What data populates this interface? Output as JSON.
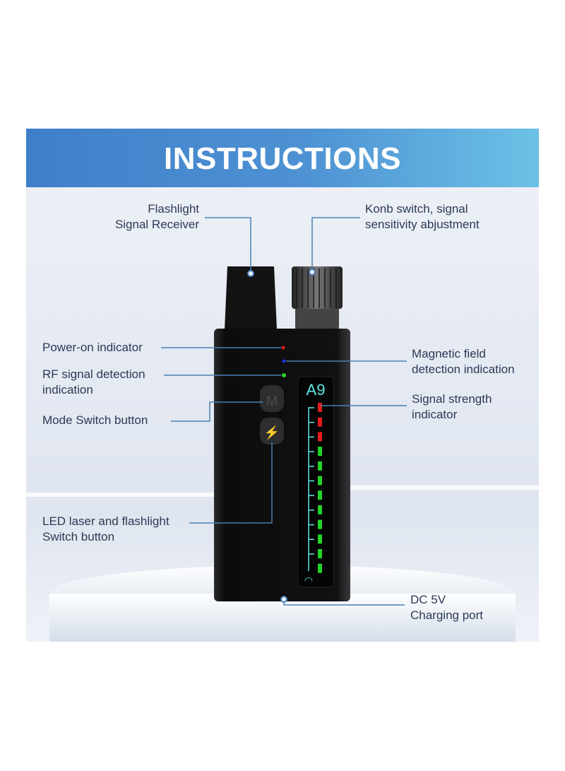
{
  "title": "INSTRUCTIONS",
  "device": {
    "model": "A9",
    "signal_bars": {
      "red": 3,
      "green": 9
    }
  },
  "labels": {
    "flashlight": [
      "Flashlight",
      "Signal Receiver"
    ],
    "knob": [
      "Konb switch, signal",
      "sensitivity abjustment"
    ],
    "power": [
      "Power-on indicator"
    ],
    "magnetic": [
      "Magnetic field",
      "detection indication"
    ],
    "rf": [
      "RF signal detection",
      "indication"
    ],
    "signal": [
      "Signal strength",
      "indicator"
    ],
    "mode": [
      "Mode Switch button"
    ],
    "led": [
      "LED laser and flashlight",
      "Switch button"
    ],
    "dc": [
      "DC 5V",
      "Charging port"
    ]
  },
  "colors": {
    "banner": "#4e92d3",
    "leader": "#4a80b4",
    "text": "#2b3a55"
  }
}
